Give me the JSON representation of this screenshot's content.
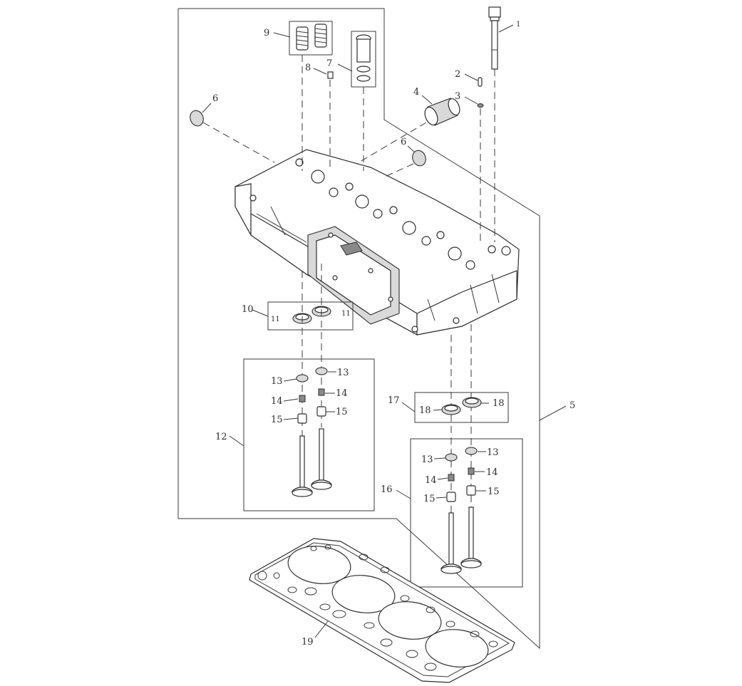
{
  "labels": {
    "p1": "1",
    "p2": "2",
    "p3": "3",
    "p4": "4",
    "p5": "5",
    "p6a": "6",
    "p6b": "6",
    "p7": "7",
    "p8": "8",
    "p9": "9",
    "p10": "10",
    "p11a": "11",
    "p11b": "11",
    "p12": "12",
    "p13a": "13",
    "p13b": "13",
    "p13c": "13",
    "p13d": "13",
    "p14a": "14",
    "p14b": "14",
    "p14c": "14",
    "p14d": "14",
    "p15a": "15",
    "p15b": "15",
    "p15c": "15",
    "p15d": "15",
    "p16": "16",
    "p17": "17",
    "p18a": "18",
    "p18b": "18",
    "p19": "19"
  },
  "colors": {
    "line": "#2e2e2e",
    "fill_light": "#d9d9d9",
    "fill_dark": "#8a8a8a",
    "background": "#ffffff"
  }
}
